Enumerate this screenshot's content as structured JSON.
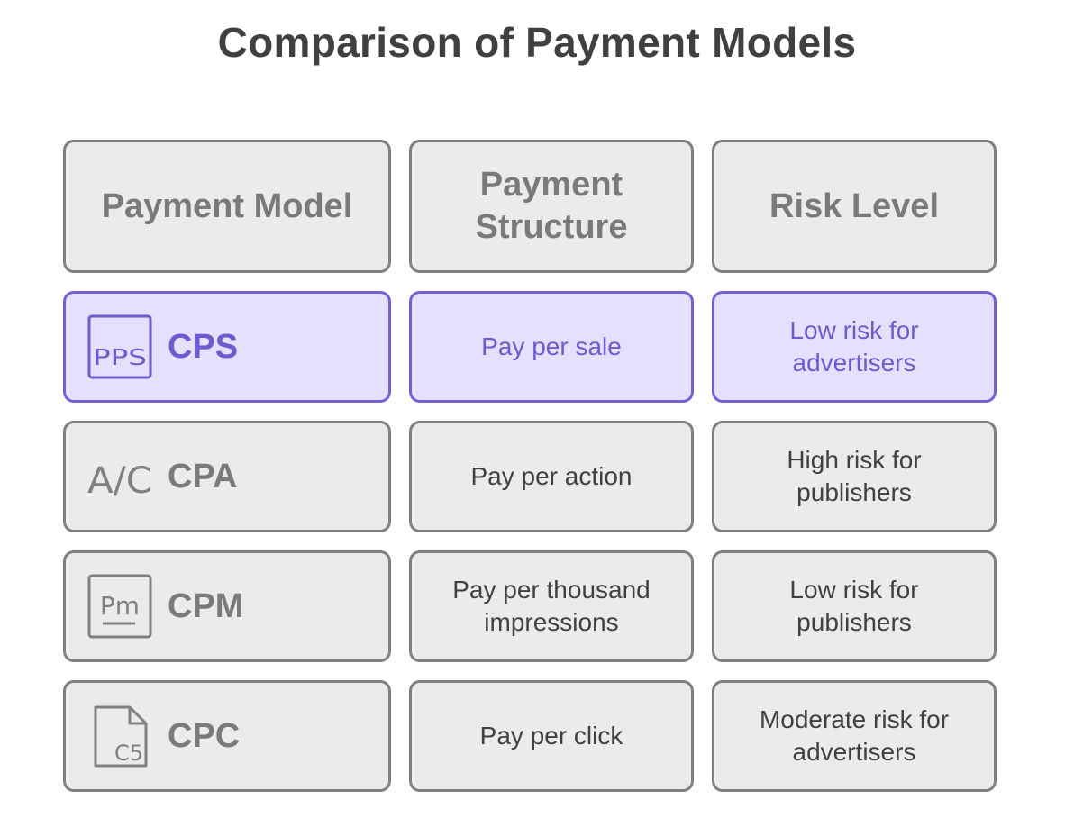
{
  "title": "Comparison of Payment Models",
  "headers": {
    "model": "Payment Model",
    "structure_line1": "Payment",
    "structure_line2": "Structure",
    "risk": "Risk Level"
  },
  "rows": [
    {
      "model": "CPS",
      "icon": "pps-icon",
      "icon_text": "PPS",
      "structure": [
        "Pay per sale"
      ],
      "risk": [
        "Low risk for",
        "advertisers"
      ],
      "highlighted": true
    },
    {
      "model": "CPA",
      "icon": "ac-icon",
      "icon_text": "A/C",
      "structure": [
        "Pay per action"
      ],
      "risk": [
        "High risk for",
        "publishers"
      ],
      "highlighted": false
    },
    {
      "model": "CPM",
      "icon": "pm-icon",
      "icon_text": "Pm",
      "structure": [
        "Pay per thousand",
        "impressions"
      ],
      "risk": [
        "Low risk for",
        "publishers"
      ],
      "highlighted": false
    },
    {
      "model": "CPC",
      "icon": "c5-document-icon",
      "icon_text": "C5",
      "structure": [
        "Pay per click"
      ],
      "risk": [
        "Moderate risk for",
        "advertisers"
      ],
      "highlighted": false
    }
  ],
  "colors": {
    "highlight_fill": "#e5e0fd",
    "highlight_border": "#7360d2",
    "highlight_text": "#6e5ad0",
    "cell_fill": "#ebebeb",
    "cell_border": "#808080",
    "text": "#404040"
  }
}
